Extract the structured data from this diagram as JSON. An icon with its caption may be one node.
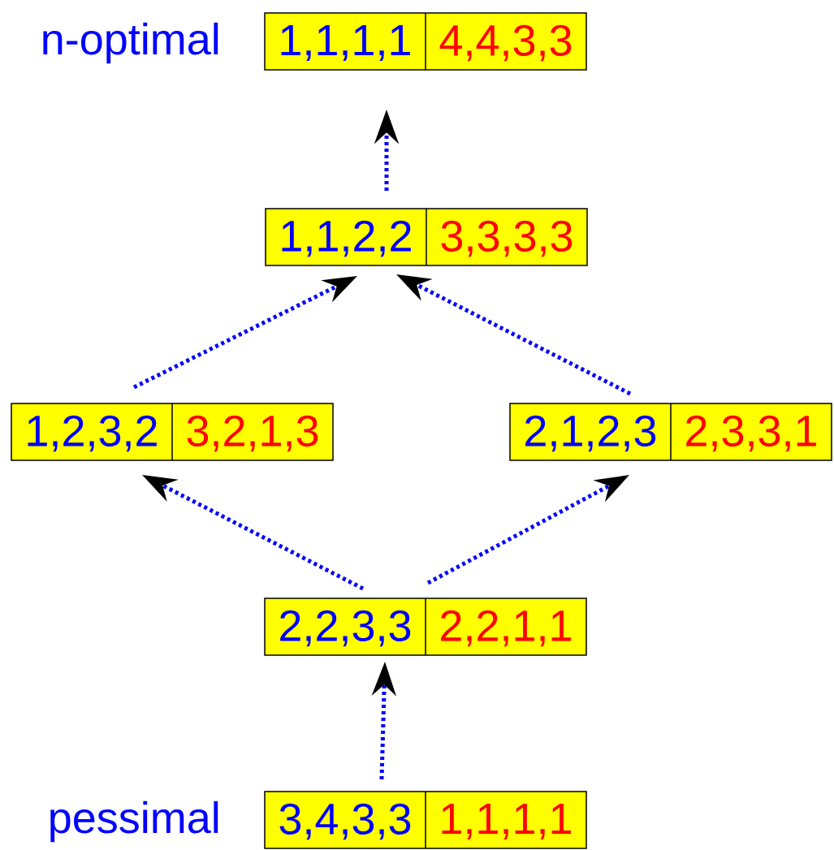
{
  "diagram": {
    "nodes": [
      {
        "text": [
          "1,1,1,1",
          "4,4,3,3"
        ],
        "beside": [
          "n-optimal"
        ]
      },
      {
        "text": [
          "1,1,2,2",
          "3,3,3,3"
        ]
      },
      {
        "text": [
          "1,2,3,2",
          "3,2,1,3"
        ]
      },
      {
        "text": [
          "2,1,2,3",
          "2,3,3,1"
        ]
      },
      {
        "text": [
          "2,2,3,3",
          "2,2,1,1"
        ]
      },
      {
        "text": [
          "3,4,3,3",
          "1,1,1,1"
        ],
        "beside": [
          "pessimal"
        ]
      }
    ],
    "edges": [
      {
        "from": 1,
        "to": 0,
        "arrow": "to"
      },
      {
        "from": 2,
        "to": 1,
        "arrow": "to"
      },
      {
        "from": 3,
        "to": 1,
        "arrow": "to"
      },
      {
        "from": 4,
        "to": 2,
        "arrow": "to"
      },
      {
        "from": 4,
        "to": 3,
        "arrow": "to"
      },
      {
        "from": 5,
        "to": 4,
        "arrow": "to"
      }
    ]
  }
}
